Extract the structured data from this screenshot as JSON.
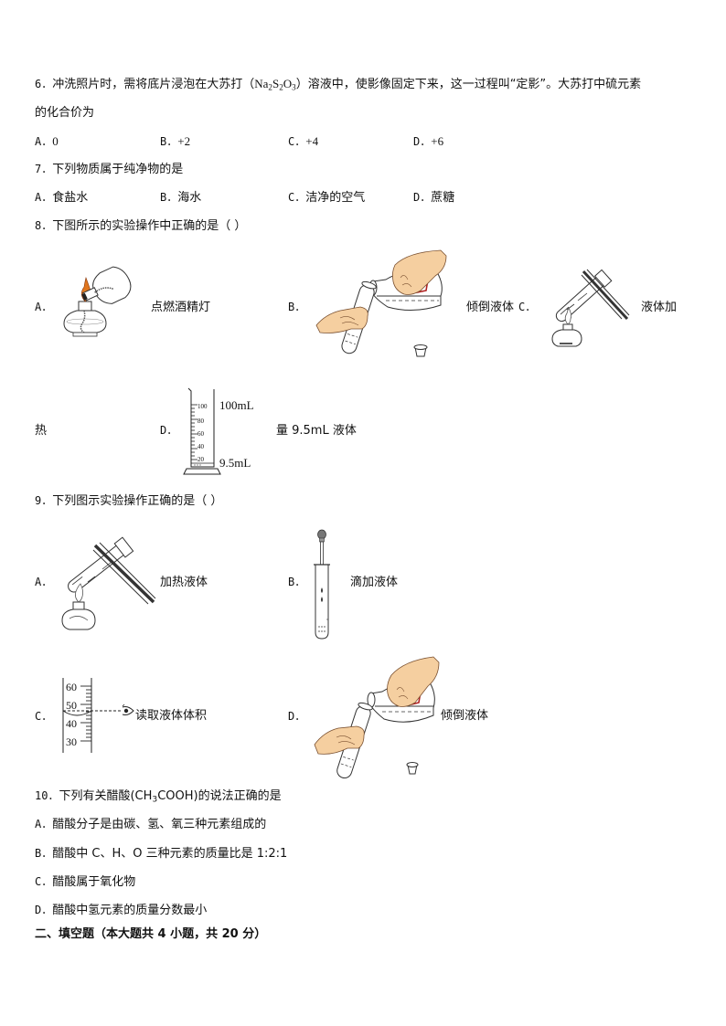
{
  "questions": [
    {
      "number": "6．",
      "stem_line1_pre": "冲洗照片时，需将底片浸泡在大苏打（",
      "formula": {
        "Na": "Na",
        "s1": "2",
        "S": "S",
        "s2": "2",
        "O": "O",
        "s3": "3"
      },
      "stem_line1_post": "）溶液中，使影像固定下来，这一过程叫“定影”。大苏打中硫元素",
      "stem_line2": "的化合价为",
      "options": [
        {
          "label": "A．",
          "text": "0"
        },
        {
          "label": "B．",
          "text": "+2"
        },
        {
          "label": "C．",
          "text": "+4"
        },
        {
          "label": "D．",
          "text": "+6"
        }
      ]
    },
    {
      "number": "7．",
      "stem": "下列物质属于纯净物的是",
      "options": [
        {
          "label": "A．",
          "text": "食盐水"
        },
        {
          "label": "B．",
          "text": "海水"
        },
        {
          "label": "C．",
          "text": "洁净的空气"
        },
        {
          "label": "D．",
          "text": "蔗糖"
        }
      ]
    },
    {
      "number": "8．",
      "stem": "下图所示的实验操作中正确的是（   ）",
      "options": [
        {
          "label": "A．",
          "text": "点燃酒精灯",
          "icon": "alcohol-lamp-lighting-icon"
        },
        {
          "label": "B．",
          "text": "倾倒液体",
          "icon": "pouring-liquid-icon"
        },
        {
          "label": "C．",
          "text": "液体加",
          "text_cont": "热",
          "icon": "heating-test-tube-icon"
        },
        {
          "label": "D．",
          "text": "量 9.5mL 液体",
          "icon": "graduated-cylinder-icon",
          "figure_labels": {
            "top": "100mL",
            "bottom": "9.5mL",
            "ticks": [
              "100",
              "80",
              "60",
              "40",
              "20"
            ]
          }
        }
      ]
    },
    {
      "number": "9．",
      "stem": "下列图示实验操作正确的是（      ）",
      "options": [
        {
          "label": "A．",
          "text": "加热液体",
          "icon": "heating-test-tube-icon"
        },
        {
          "label": "B．",
          "text": "滴加液体",
          "icon": "dropper-test-tube-icon"
        },
        {
          "label": "C．",
          "text": "读取液体体积",
          "icon": "cylinder-reading-icon",
          "figure_labels": {
            "ticks": [
              "60",
              "50",
              "40",
              "30"
            ]
          }
        },
        {
          "label": "D．",
          "text": "倾倒液体",
          "icon": "pouring-liquid-icon"
        }
      ]
    },
    {
      "number": "10．",
      "stem_pre": "下列有关醋酸(CH",
      "stem_sub": "3",
      "stem_post": "COOH)的说法正确的是",
      "options": [
        {
          "label": "A．",
          "text": "醋酸分子是由碳、氢、氧三种元素组成的"
        },
        {
          "label": "B．",
          "text": "醋酸中 C、H、O 三种元素的质量比是 1:2:1"
        },
        {
          "label": "C．",
          "text": "醋酸属于氧化物"
        },
        {
          "label": "D．",
          "text": "醋酸中氢元素的质量分数最小"
        }
      ]
    }
  ],
  "section": {
    "title": "二、填空题（本大题共 4 小题，共 20 分）"
  },
  "colors": {
    "text": "#111111",
    "skin": "#f5cfa0",
    "flame": "#e0761e",
    "bottle_label": "#b02020"
  }
}
